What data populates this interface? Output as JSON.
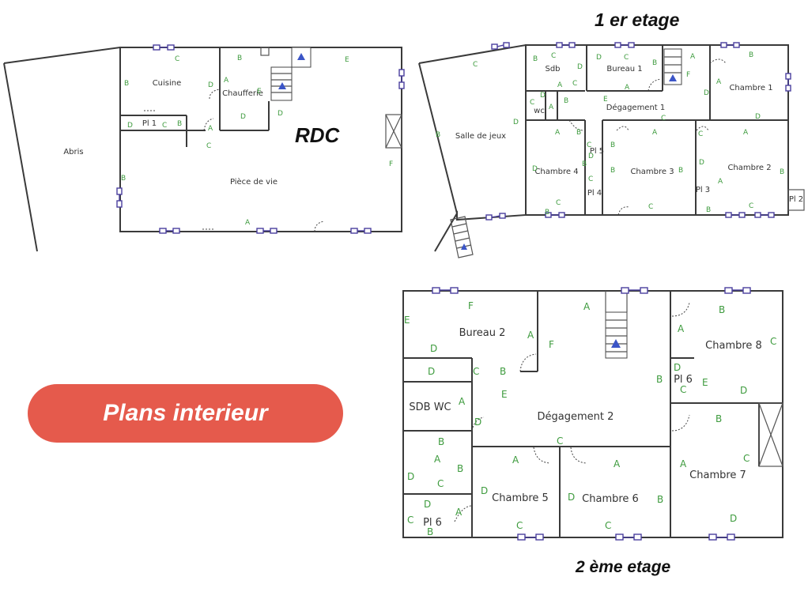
{
  "floors": {
    "rdc": {
      "title": "RDC",
      "rooms": {
        "abris": "Abris",
        "cuisine": "Cuisine",
        "chaufferie": "Chaufferie",
        "pl1": "Pl 1",
        "piece_de_vie": "Pièce de vie"
      }
    },
    "etage1": {
      "title": "1 er etage",
      "rooms": {
        "salle_de_jeux": "Salle de jeux",
        "sdb": "Sdb",
        "bureau1": "Bureau 1",
        "chambre1": "Chambre 1",
        "wc": "wc",
        "degagement1": "Dégagement 1",
        "chambre4": "Chambre 4",
        "pl5": "Pl 5",
        "chambre3": "Chambre 3",
        "chambre2": "Chambre 2",
        "pl4": "Pl 4",
        "pl3": "Pl 3",
        "pl2": "Pl 2"
      }
    },
    "etage2": {
      "title": "2 ème etage",
      "rooms": {
        "bureau2": "Bureau 2",
        "chambre8": "Chambre 8",
        "sdb_wc": "SDB WC",
        "pl_6a": "Pl 6",
        "degagement2": "Dégagement 2",
        "chambre7": "Chambre 7",
        "chambre5": "Chambre 5",
        "chambre6": "Chambre 6",
        "pl_6b": "Pl 6"
      }
    }
  },
  "badge": {
    "label": "Plans interieur",
    "color": "#e55a4c"
  },
  "colors": {
    "wall": "#3a3a3a",
    "code": "#3e9b3e",
    "window": "#4a3f9e",
    "stair_arrow": "#3b55c7"
  }
}
